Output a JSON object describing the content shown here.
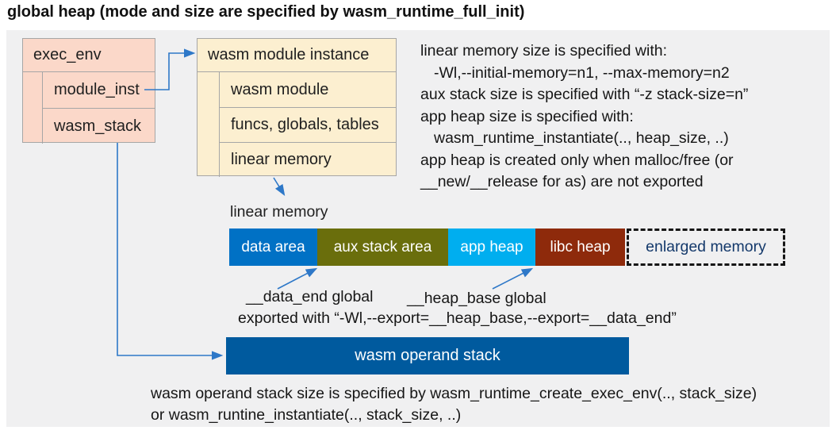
{
  "title": "global heap (mode and size are specified by wasm_runtime_full_init)",
  "canvas": {
    "exec_env": {
      "title": "exec_env",
      "rows": [
        "module_inst",
        "wasm_stack"
      ]
    },
    "module_instance": {
      "title": "wasm module instance",
      "rows": [
        "wasm module",
        "funcs, globals, tables",
        "linear memory"
      ]
    },
    "notes": {
      "lines": [
        "linear memory size is specified with:",
        "-Wl,--initial-memory=n1, --max-memory=n2",
        "aux stack size is specified with “-z stack-size=n”",
        "app heap size is specified with:",
        "wasm_runtime_instantiate(.., heap_size, ..)",
        "app heap is created only when malloc/free (or",
        "__new/__release for as) are not exported"
      ]
    },
    "linear_memory": {
      "label": "linear memory",
      "segments": [
        {
          "label": "data area",
          "color": "#0071C5"
        },
        {
          "label": "aux stack area",
          "color": "#6A6E0C"
        },
        {
          "label": "app heap",
          "color": "#00AEEF"
        },
        {
          "label": "libc heap",
          "color": "#8E2A0B"
        }
      ],
      "enlarged": {
        "label": "enlarged memory",
        "text_color": "#14396B"
      }
    },
    "annotations": {
      "data_end": "__data_end global",
      "heap_base": "__heap_base global",
      "exported": "exported with “-Wl,--export=__heap_base,--export=__data_end”"
    },
    "operand_stack": {
      "label": "wasm operand stack",
      "color": "#005A9E"
    },
    "footer_lines": [
      "wasm operand stack size is specified by wasm_runtime_create_exec_env(.., stack_size)",
      "or wasm_runtine_instantiate(.., stack_size, ..)"
    ]
  },
  "colors": {
    "canvas_bg": "#F0F0F1",
    "box_salmon": "#FBD8C9",
    "box_cream": "#FCEFD0",
    "box_border": "#A6A6A6",
    "arrow": "#2E78C8",
    "operand_stack_blue": "#005A9E",
    "enlarged_text_navy": "#14396B"
  }
}
